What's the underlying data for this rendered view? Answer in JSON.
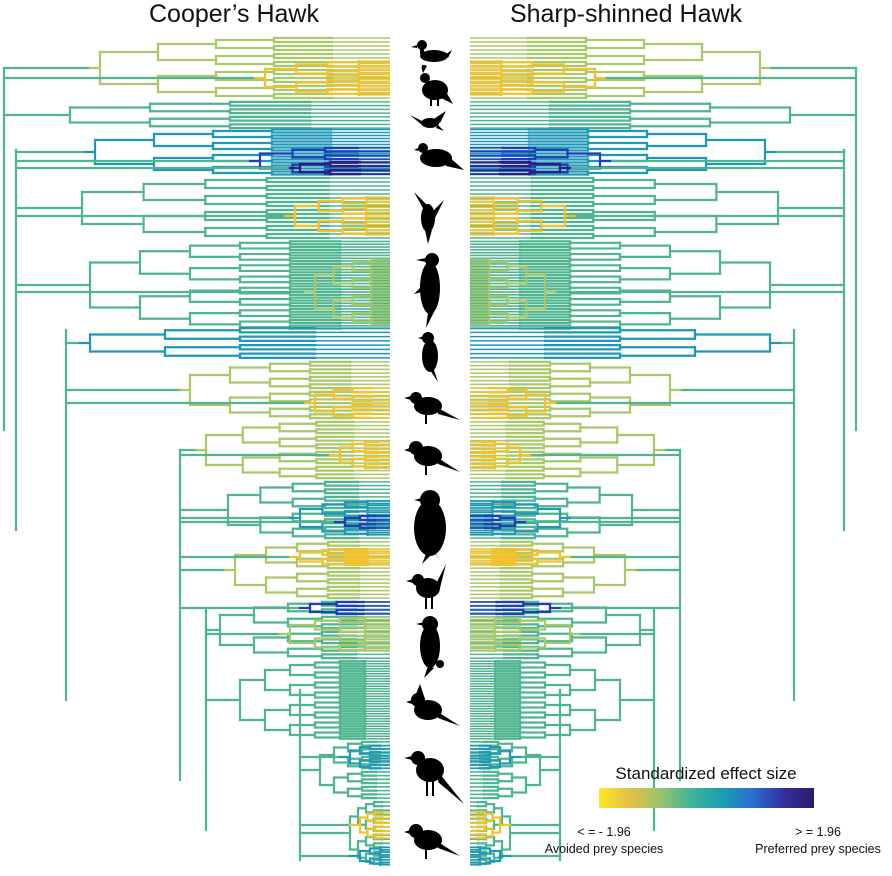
{
  "figure": {
    "left_title": "Cooper’s Hawk",
    "right_title": "Sharp-shinned Hawk"
  },
  "legend": {
    "title": "Standardized effect size",
    "min_value": "< = - 1.96",
    "min_label": "Avoided prey species",
    "max_value": "> = 1.96",
    "max_label": "Preferred prey species",
    "gradient": [
      "#fde725",
      "#e4c047",
      "#9cc46c",
      "#3fb49a",
      "#1aa0b0",
      "#2a6fd4",
      "#33309a",
      "#2d1a6b"
    ]
  },
  "colors": {
    "neutral": "#4fb58f",
    "avoided": "#f0c22e",
    "mild_avoided": "#a8c86a",
    "preferred": "#1e3fb8",
    "strong_preferred": "#2b1e80",
    "mild_preferred": "#1f98b8"
  },
  "icons": [
    "duck-silhouette-icon",
    "quail-silhouette-icon",
    "hummingbird-silhouette-icon",
    "dove-silhouette-icon",
    "flying-bird-silhouette-icon",
    "woodpecker-silhouette-icon",
    "flycatcher-silhouette-icon",
    "warbler-silhouette-icon",
    "chickadee-silhouette-icon",
    "robin-silhouette-icon",
    "wren-silhouette-icon",
    "blackbird-silhouette-icon",
    "cardinal-silhouette-icon",
    "grackle-silhouette-icon",
    "sparrow-silhouette-icon"
  ]
}
